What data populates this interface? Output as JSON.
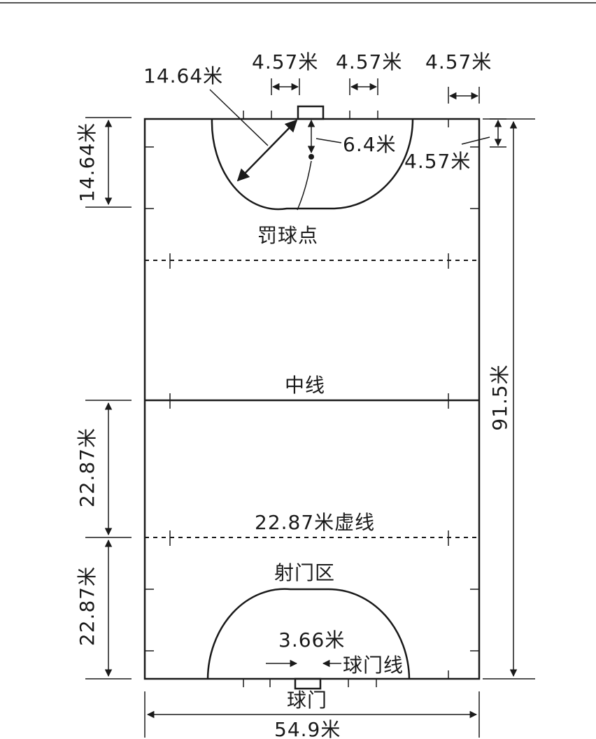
{
  "labels": {
    "circle_radius": "14.64米",
    "goal_gap_left": "4.57米",
    "goal_gap_mid": "4.57米",
    "goal_gap_right": "4.57米",
    "end_mark": "4.57米",
    "spot_distance": "6.4米",
    "penalty_spot": "罚球点",
    "left_top_depth": "14.64米",
    "center_line": "中线",
    "length": "91.5米",
    "left_upper_22": "22.87米",
    "dashed_22": "22.87米虚线",
    "left_lower_22": "22.87米",
    "shooting_circle": "射门区",
    "goal_width": "3.66米",
    "goal_line": "球门线",
    "goal": "球门",
    "width": "54.9米"
  },
  "colors": {
    "ink": "#1a1a1a",
    "paper": "#ffffff"
  }
}
